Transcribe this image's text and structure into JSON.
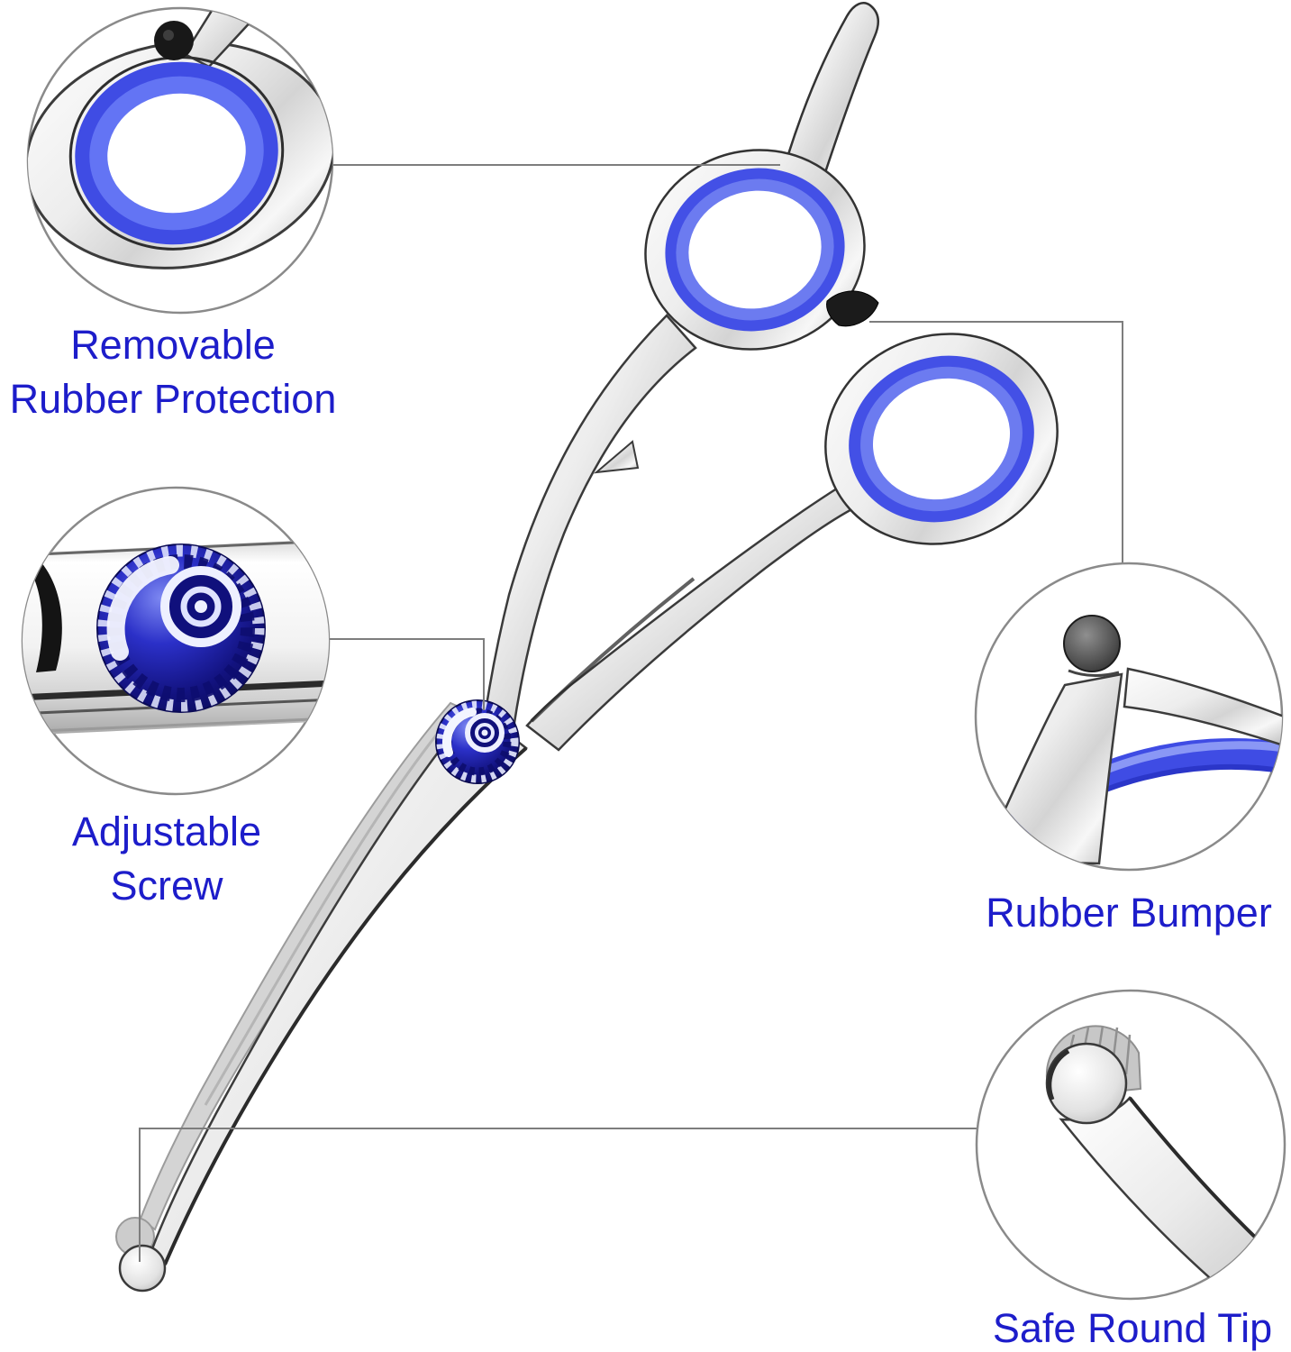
{
  "title": "Grooming scissors feature callout diagram",
  "product": "Curved pet grooming scissors with safety round tip",
  "colors": {
    "label_text": "#1d1dca",
    "accent_blue": "#4350e6",
    "accent_blue_light": "#7b88f2",
    "screw_navy": "#12127e",
    "metal_silver": "#d8d8d8",
    "bumper_black": "#1b1b1b",
    "leader_line": "#7d7d7d",
    "circle_outline": "#8a8a8a",
    "background": "#ffffff"
  },
  "callouts": {
    "removable_rubber_protection": {
      "label_line1": "Removable",
      "label_line2": "Rubber Protection"
    },
    "adjustable_screw": {
      "label_line1": "Adjustable",
      "label_line2": "Screw"
    },
    "rubber_bumper": {
      "label": "Rubber Bumper"
    },
    "safe_round_tip": {
      "label": "Safe Round Tip"
    }
  }
}
